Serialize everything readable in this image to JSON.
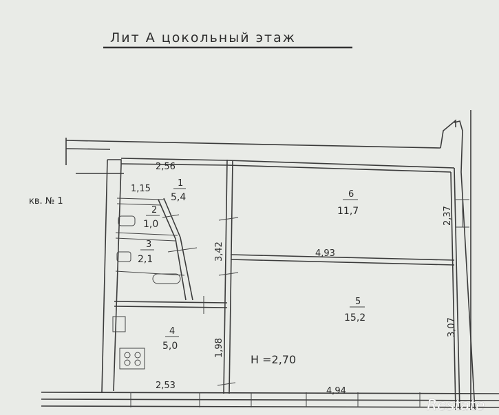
{
  "title": "Лит А цокольный этаж",
  "apartment_label": "кв. № 1",
  "ceiling_height": "Н =2,70",
  "watermark": "Restate",
  "dimensions": {
    "top_corridor": "2,56",
    "corridor_inner": "1,15",
    "partition_vertical": "3,42",
    "kitchen_vertical": "1,98",
    "kitchen_bottom": "2,53",
    "room6_right": "2,37",
    "room_divider": "4,93",
    "room5_right": "3,07",
    "room5_bottom": "4,94"
  },
  "rooms": [
    {
      "number": "1",
      "area": "5,4"
    },
    {
      "number": "2",
      "area": "1,0"
    },
    {
      "number": "3",
      "area": "2,1"
    },
    {
      "number": "4",
      "area": "5,0"
    },
    {
      "number": "5",
      "area": "15,2"
    },
    {
      "number": "6",
      "area": "11,7"
    }
  ]
}
